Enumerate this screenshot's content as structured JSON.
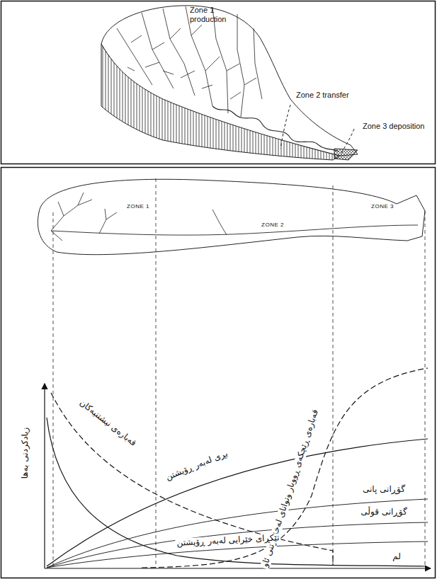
{
  "diagram": {
    "labels": [
      "Zone 1 production",
      "Zone 2 transfer",
      "Zone 3 deposition",
      "ZONE 1",
      "ZONE 2",
      "ZONE 3",
      "زیادکردنی بەها",
      "قەبارەی نیشتنیەکان",
      "بڕی لەبەر ڕۆیشتن",
      "قەبارەی ڕێچکەی ڕووبار وتوانای لەخۆگرتنی ئاو",
      "گۆڕانی پانی",
      "گۆڕانی قوڵی",
      "تێکڕای خێرایی لەبەر ڕۆیشتن",
      "لم"
    ]
  }
}
